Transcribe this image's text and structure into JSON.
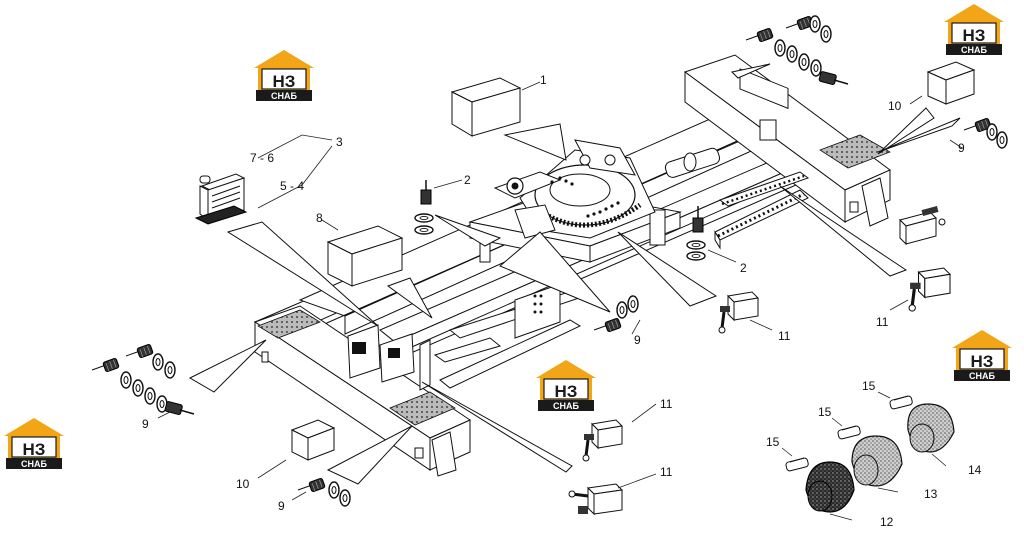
{
  "brand": {
    "logo_letters": "НЗ",
    "logo_word": "СНАБ",
    "colors": {
      "accent": "#f2a516",
      "dark": "#1a1a1a",
      "light": "#ffffff"
    }
  },
  "callouts": [
    {
      "id": "c1",
      "text": "1"
    },
    {
      "id": "c2a",
      "text": "2"
    },
    {
      "id": "c2b",
      "text": "2"
    },
    {
      "id": "c3",
      "text": "3"
    },
    {
      "id": "c76",
      "text": "7 - 6"
    },
    {
      "id": "c54",
      "text": "5 - 4"
    },
    {
      "id": "c8",
      "text": "8"
    },
    {
      "id": "c9a",
      "text": "9"
    },
    {
      "id": "c9b",
      "text": "9"
    },
    {
      "id": "c9c",
      "text": "9"
    },
    {
      "id": "c9d",
      "text": "9"
    },
    {
      "id": "c10a",
      "text": "10"
    },
    {
      "id": "c10b",
      "text": "10"
    },
    {
      "id": "c11a",
      "text": "11"
    },
    {
      "id": "c11b",
      "text": "11"
    },
    {
      "id": "c11c",
      "text": "11"
    },
    {
      "id": "c11d",
      "text": "11"
    },
    {
      "id": "c12",
      "text": "12"
    },
    {
      "id": "c13",
      "text": "13"
    },
    {
      "id": "c14",
      "text": "14"
    },
    {
      "id": "c15a",
      "text": "15"
    },
    {
      "id": "c15b",
      "text": "15"
    },
    {
      "id": "c15c",
      "text": "15"
    }
  ]
}
